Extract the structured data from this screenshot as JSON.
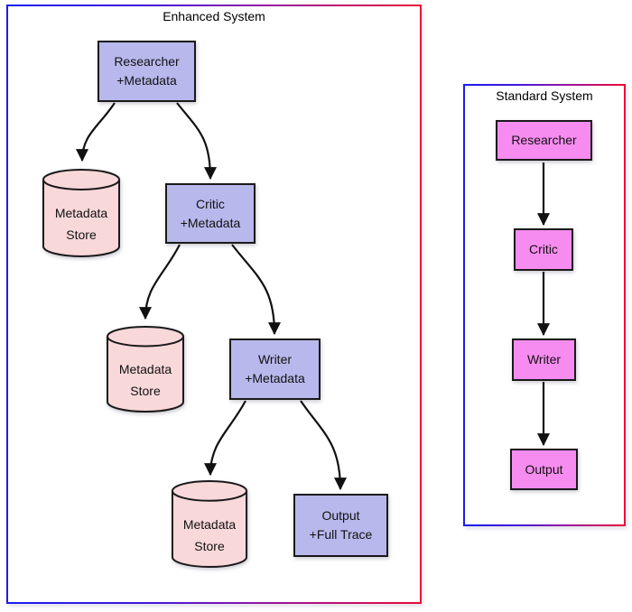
{
  "enhanced_panel": {
    "title": "Enhanced System",
    "nodes": {
      "researcher": {
        "line1": "Researcher",
        "line2": "+Metadata"
      },
      "critic": {
        "line1": "Critic",
        "line2": "+Metadata"
      },
      "writer": {
        "line1": "Writer",
        "line2": "+Metadata"
      },
      "output": {
        "line1": "Output",
        "line2": "+Full Trace"
      },
      "store1": {
        "line1": "Metadata",
        "line2": "Store"
      },
      "store2": {
        "line1": "Metadata",
        "line2": "Store"
      },
      "store3": {
        "line1": "Metadata",
        "line2": "Store"
      }
    }
  },
  "standard_panel": {
    "title": "Standard System",
    "nodes": {
      "researcher": {
        "label": "Researcher"
      },
      "critic": {
        "label": "Critic"
      },
      "writer": {
        "label": "Writer"
      },
      "output": {
        "label": "Output"
      }
    }
  },
  "colors": {
    "agent_box_fill": "#b8b8ec",
    "store_fill": "#f9d8da",
    "standard_box_fill": "#f78cf0",
    "shape_border": "#1a1a1a",
    "panel_border_left": "#1b1bf0",
    "panel_border_right": "#ec0a38",
    "arrow": "#111111"
  }
}
